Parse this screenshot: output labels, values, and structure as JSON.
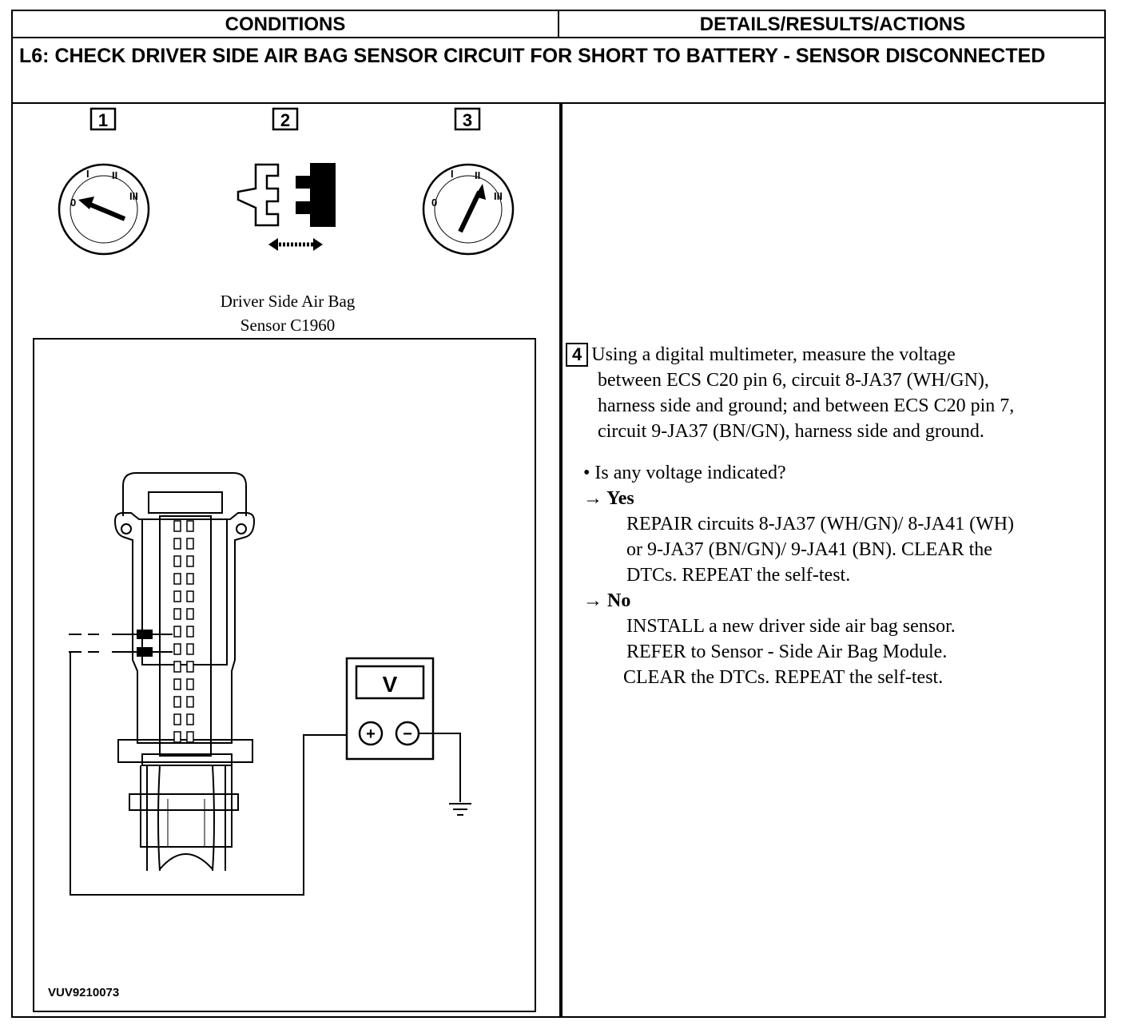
{
  "header": {
    "conditions": "CONDITIONS",
    "details": "DETAILS/RESULTS/ACTIONS"
  },
  "title": "L6: CHECK DRIVER SIDE AIR BAG SENSOR CIRCUIT FOR SHORT TO BATTERY - SENSOR DISCONNECTED",
  "steps": {
    "s1": "1",
    "s2": "2",
    "s3": "3",
    "s4": "4"
  },
  "figure": {
    "caption_line1": "Driver Side Air Bag",
    "caption_line2": "Sensor C1960",
    "meter_label": "V",
    "plus": "+",
    "minus": "−",
    "fig_id": "VUV9210073",
    "ignition_positions": [
      "0",
      "I",
      "II",
      "III"
    ]
  },
  "instructions": {
    "step4_line1": "Using a digital multimeter, measure the voltage",
    "step4_line2": "between ECS C20 pin 6, circuit 8-JA37 (WH/GN),",
    "step4_line3": "harness side and ground; and between ECS C20 pin 7,",
    "step4_line4": "circuit 9-JA37 (BN/GN), harness side and ground.",
    "question": "• Is any voltage indicated?",
    "yes_label": "→ Yes",
    "yes_line1": "REPAIR circuits 8-JA37 (WH/GN)/ 8-JA41 (WH)",
    "yes_line2": "or 9-JA37 (BN/GN)/ 9-JA41 (BN). CLEAR the",
    "yes_line3": "DTCs. REPEAT the self-test.",
    "no_label": "→ No",
    "no_line1": "INSTALL a new driver side air bag sensor.",
    "no_line2": "REFER to Sensor - Side Air Bag Module.",
    "no_line3": "CLEAR the DTCs. REPEAT the self-test."
  }
}
